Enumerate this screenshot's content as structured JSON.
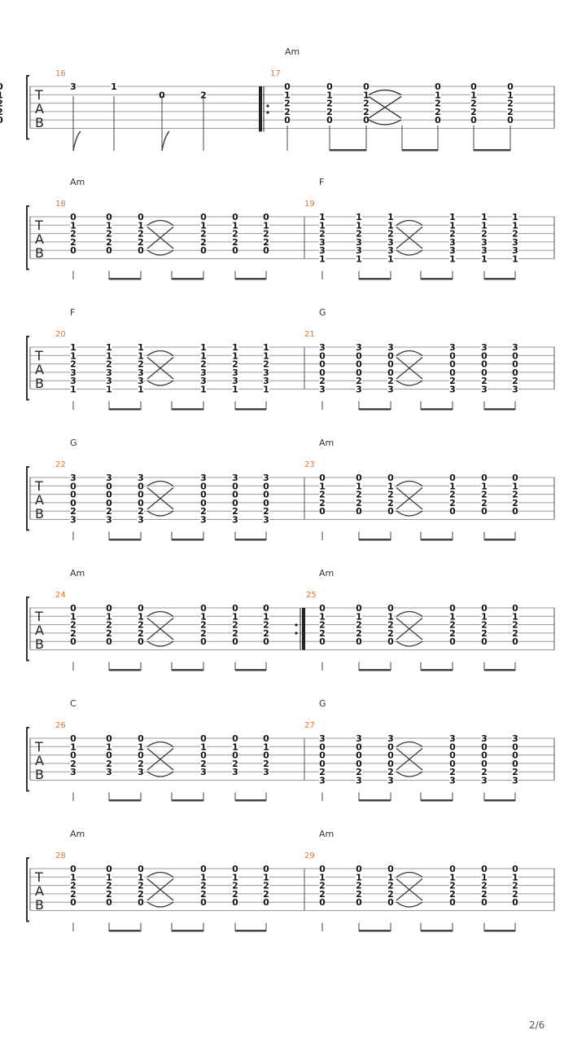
{
  "page": {
    "number_label": "2/6"
  },
  "tab_label": [
    "T",
    "A",
    "B"
  ],
  "systems": [
    {
      "strings": 5,
      "measures": [
        {
          "number": "16",
          "chord": "",
          "repeat_start": false,
          "repeat_end_after": true,
          "beats": [
            {
              "f": [
                "3",
                "",
                "",
                "",
                ""
              ],
              "stem": "flag"
            },
            {
              "f": [
                "1",
                "",
                "",
                "",
                ""
              ],
              "stem": "single"
            },
            {
              "f": [
                "",
                "0",
                "",
                "",
                ""
              ],
              "stem": "flag"
            },
            {
              "f": [
                "",
                "2",
                "",
                "",
                ""
              ],
              "stem": "single"
            }
          ]
        },
        {
          "number": "17",
          "chord": "Am",
          "repeat_start": true,
          "repeat_end_after": false,
          "beats": [
            {
              "f": [
                "0",
                "1",
                "2",
                "2",
                "0"
              ],
              "stem": "single"
            },
            {
              "f": [
                "0",
                "1",
                "2",
                "2",
                "0"
              ],
              "stem": "beamA"
            },
            {
              "f": [
                "0",
                "1",
                "2",
                "2",
                "0"
              ],
              "stem": "beamB"
            },
            {
              "f": [
                "0",
                "1",
                "2",
                "2",
                "0"
              ],
              "stem": "beamA"
            },
            {
              "f": [
                "0",
                "1",
                "2",
                "2",
                "0"
              ],
              "stem": "beamB"
            },
            {
              "f": [
                "0",
                "1",
                "2",
                "2",
                "0"
              ],
              "stem": "beamA"
            },
            {
              "f": [
                "0",
                "1",
                "2",
                "2",
                "0"
              ],
              "stem": "beamB"
            }
          ]
        }
      ]
    },
    {
      "strings": 6,
      "measures": [
        {
          "number": "18",
          "chord": "Am",
          "beats": [
            {
              "f": [
                "0",
                "1",
                "2",
                "2",
                "0",
                ""
              ]
            },
            {
              "f": [
                "0",
                "1",
                "2",
                "2",
                "0",
                ""
              ]
            },
            {
              "f": [
                "0",
                "1",
                "2",
                "2",
                "0",
                ""
              ]
            },
            {
              "f": [
                "0",
                "1",
                "2",
                "2",
                "0",
                ""
              ]
            },
            {
              "f": [
                "0",
                "1",
                "2",
                "2",
                "0",
                ""
              ]
            },
            {
              "f": [
                "0",
                "1",
                "2",
                "2",
                "0",
                ""
              ]
            }
          ]
        },
        {
          "number": "19",
          "chord": "F",
          "beats": [
            {
              "f": [
                "1",
                "1",
                "2",
                "3",
                "3",
                "1"
              ]
            },
            {
              "f": [
                "1",
                "1",
                "2",
                "3",
                "3",
                "1"
              ]
            },
            {
              "f": [
                "1",
                "1",
                "2",
                "3",
                "3",
                "1"
              ]
            },
            {
              "f": [
                "1",
                "1",
                "2",
                "3",
                "3",
                "1"
              ]
            },
            {
              "f": [
                "1",
                "1",
                "2",
                "3",
                "3",
                "1"
              ]
            },
            {
              "f": [
                "1",
                "1",
                "2",
                "3",
                "3",
                "1"
              ]
            }
          ]
        }
      ]
    },
    {
      "strings": 6,
      "measures": [
        {
          "number": "20",
          "chord": "F",
          "beats": [
            {
              "f": [
                "1",
                "1",
                "2",
                "3",
                "3",
                "1"
              ]
            },
            {
              "f": [
                "1",
                "1",
                "2",
                "3",
                "3",
                "1"
              ]
            },
            {
              "f": [
                "1",
                "1",
                "2",
                "3",
                "3",
                "1"
              ]
            },
            {
              "f": [
                "1",
                "1",
                "2",
                "3",
                "3",
                "1"
              ]
            },
            {
              "f": [
                "1",
                "1",
                "2",
                "3",
                "3",
                "1"
              ]
            },
            {
              "f": [
                "1",
                "1",
                "2",
                "3",
                "3",
                "1"
              ]
            }
          ]
        },
        {
          "number": "21",
          "chord": "G",
          "beats": [
            {
              "f": [
                "3",
                "0",
                "0",
                "0",
                "2",
                "3"
              ]
            },
            {
              "f": [
                "3",
                "0",
                "0",
                "0",
                "2",
                "3"
              ]
            },
            {
              "f": [
                "3",
                "0",
                "0",
                "0",
                "2",
                "3"
              ]
            },
            {
              "f": [
                "3",
                "0",
                "0",
                "0",
                "2",
                "3"
              ]
            },
            {
              "f": [
                "3",
                "0",
                "0",
                "0",
                "2",
                "3"
              ]
            },
            {
              "f": [
                "3",
                "0",
                "0",
                "0",
                "2",
                "3"
              ]
            }
          ]
        }
      ]
    },
    {
      "strings": 6,
      "measures": [
        {
          "number": "22",
          "chord": "G",
          "beats": [
            {
              "f": [
                "3",
                "0",
                "0",
                "0",
                "2",
                "3"
              ]
            },
            {
              "f": [
                "3",
                "0",
                "0",
                "0",
                "2",
                "3"
              ]
            },
            {
              "f": [
                "3",
                "0",
                "0",
                "0",
                "2",
                "3"
              ]
            },
            {
              "f": [
                "3",
                "0",
                "0",
                "0",
                "2",
                "3"
              ]
            },
            {
              "f": [
                "3",
                "0",
                "0",
                "0",
                "2",
                "3"
              ]
            },
            {
              "f": [
                "3",
                "0",
                "0",
                "0",
                "2",
                "3"
              ]
            }
          ]
        },
        {
          "number": "23",
          "chord": "Am",
          "beats": [
            {
              "f": [
                "0",
                "1",
                "2",
                "2",
                "0",
                ""
              ]
            },
            {
              "f": [
                "0",
                "1",
                "2",
                "2",
                "0",
                ""
              ]
            },
            {
              "f": [
                "0",
                "1",
                "2",
                "2",
                "0",
                ""
              ]
            },
            {
              "f": [
                "0",
                "1",
                "2",
                "2",
                "0",
                ""
              ]
            },
            {
              "f": [
                "0",
                "1",
                "2",
                "2",
                "0",
                ""
              ]
            },
            {
              "f": [
                "0",
                "1",
                "2",
                "2",
                "0",
                ""
              ]
            }
          ]
        }
      ]
    },
    {
      "strings": 6,
      "measures": [
        {
          "number": "24",
          "chord": "Am",
          "repeat_end_after": true,
          "beats": [
            {
              "f": [
                "0",
                "1",
                "2",
                "2",
                "0",
                ""
              ]
            },
            {
              "f": [
                "0",
                "1",
                "2",
                "2",
                "0",
                ""
              ]
            },
            {
              "f": [
                "0",
                "1",
                "2",
                "2",
                "0",
                ""
              ]
            },
            {
              "f": [
                "0",
                "1",
                "2",
                "2",
                "0",
                ""
              ]
            },
            {
              "f": [
                "0",
                "1",
                "2",
                "2",
                "0",
                ""
              ]
            },
            {
              "f": [
                "0",
                "1",
                "2",
                "2",
                "0",
                ""
              ]
            }
          ]
        },
        {
          "number": "25",
          "chord": "Am",
          "beats": [
            {
              "f": [
                "0",
                "1",
                "2",
                "2",
                "0",
                ""
              ]
            },
            {
              "f": [
                "0",
                "1",
                "2",
                "2",
                "0",
                ""
              ]
            },
            {
              "f": [
                "0",
                "1",
                "2",
                "2",
                "0",
                ""
              ]
            },
            {
              "f": [
                "0",
                "1",
                "2",
                "2",
                "0",
                ""
              ]
            },
            {
              "f": [
                "0",
                "1",
                "2",
                "2",
                "0",
                ""
              ]
            },
            {
              "f": [
                "0",
                "1",
                "2",
                "2",
                "0",
                ""
              ]
            }
          ]
        }
      ]
    },
    {
      "strings": 6,
      "measures": [
        {
          "number": "26",
          "chord": "C",
          "beats": [
            {
              "f": [
                "0",
                "1",
                "0",
                "2",
                "3",
                ""
              ]
            },
            {
              "f": [
                "0",
                "1",
                "0",
                "2",
                "3",
                ""
              ]
            },
            {
              "f": [
                "0",
                "1",
                "0",
                "2",
                "3",
                ""
              ]
            },
            {
              "f": [
                "0",
                "1",
                "0",
                "2",
                "3",
                ""
              ]
            },
            {
              "f": [
                "0",
                "1",
                "0",
                "2",
                "3",
                ""
              ]
            },
            {
              "f": [
                "0",
                "1",
                "0",
                "2",
                "3",
                ""
              ]
            }
          ]
        },
        {
          "number": "27",
          "chord": "G",
          "beats": [
            {
              "f": [
                "3",
                "0",
                "0",
                "0",
                "2",
                "3"
              ]
            },
            {
              "f": [
                "3",
                "0",
                "0",
                "0",
                "2",
                "3"
              ]
            },
            {
              "f": [
                "3",
                "0",
                "0",
                "0",
                "2",
                "3"
              ]
            },
            {
              "f": [
                "3",
                "0",
                "0",
                "0",
                "2",
                "3"
              ]
            },
            {
              "f": [
                "3",
                "0",
                "0",
                "0",
                "2",
                "3"
              ]
            },
            {
              "f": [
                "3",
                "0",
                "0",
                "0",
                "2",
                "3"
              ]
            }
          ]
        }
      ]
    },
    {
      "strings": 6,
      "measures": [
        {
          "number": "28",
          "chord": "Am",
          "beats": [
            {
              "f": [
                "0",
                "1",
                "2",
                "2",
                "0",
                ""
              ]
            },
            {
              "f": [
                "0",
                "1",
                "2",
                "2",
                "0",
                ""
              ]
            },
            {
              "f": [
                "0",
                "1",
                "2",
                "2",
                "0",
                ""
              ]
            },
            {
              "f": [
                "0",
                "1",
                "2",
                "2",
                "0",
                ""
              ]
            },
            {
              "f": [
                "0",
                "1",
                "2",
                "2",
                "0",
                ""
              ]
            },
            {
              "f": [
                "0",
                "1",
                "2",
                "2",
                "0",
                ""
              ]
            }
          ]
        },
        {
          "number": "29",
          "chord": "Am",
          "beats": [
            {
              "f": [
                "0",
                "1",
                "2",
                "2",
                "0",
                ""
              ]
            },
            {
              "f": [
                "0",
                "1",
                "2",
                "2",
                "0",
                ""
              ]
            },
            {
              "f": [
                "0",
                "1",
                "2",
                "2",
                "0",
                ""
              ]
            },
            {
              "f": [
                "0",
                "1",
                "2",
                "2",
                "0",
                ""
              ]
            },
            {
              "f": [
                "0",
                "1",
                "2",
                "2",
                "0",
                ""
              ]
            },
            {
              "f": [
                "0",
                "1",
                "2",
                "2",
                "0",
                ""
              ]
            }
          ]
        }
      ]
    }
  ]
}
